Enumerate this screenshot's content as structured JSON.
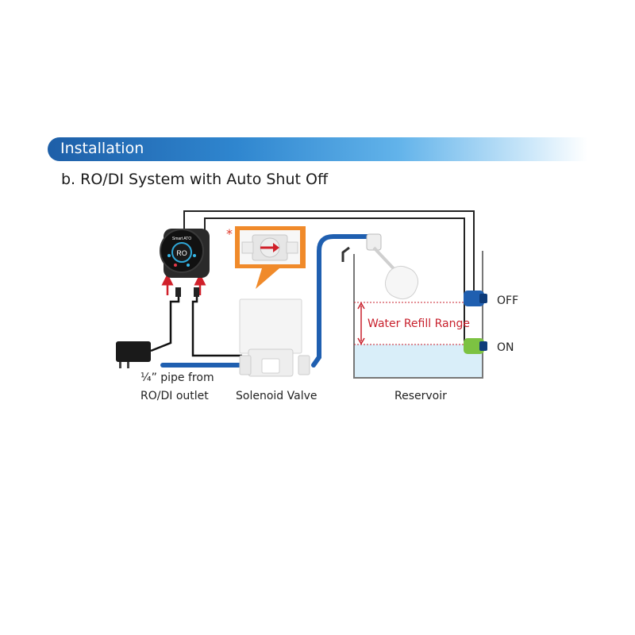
{
  "section_title": "Installation",
  "subtitle": "b. RO/DI System with Auto Shut Off",
  "controller": {
    "brand_text": "Smart ATO",
    "center_text": "RO"
  },
  "asterisk": "*",
  "labels": {
    "pipe_line1": "¼” pipe from",
    "pipe_line2": "RO/DI outlet",
    "solenoid": "Solenoid Valve",
    "reservoir": "Reservoir",
    "water_refill_range": "Water Refill Range",
    "sensor_off": "OFF",
    "sensor_on": "ON"
  },
  "colors": {
    "banner_start": "#1e5fa8",
    "pipe": "#1f5fb0",
    "refill_range": "#c8202c",
    "water": "#d9eef9",
    "sensor_on": "#7cc242",
    "sensor_off": "#1f5fb0"
  }
}
